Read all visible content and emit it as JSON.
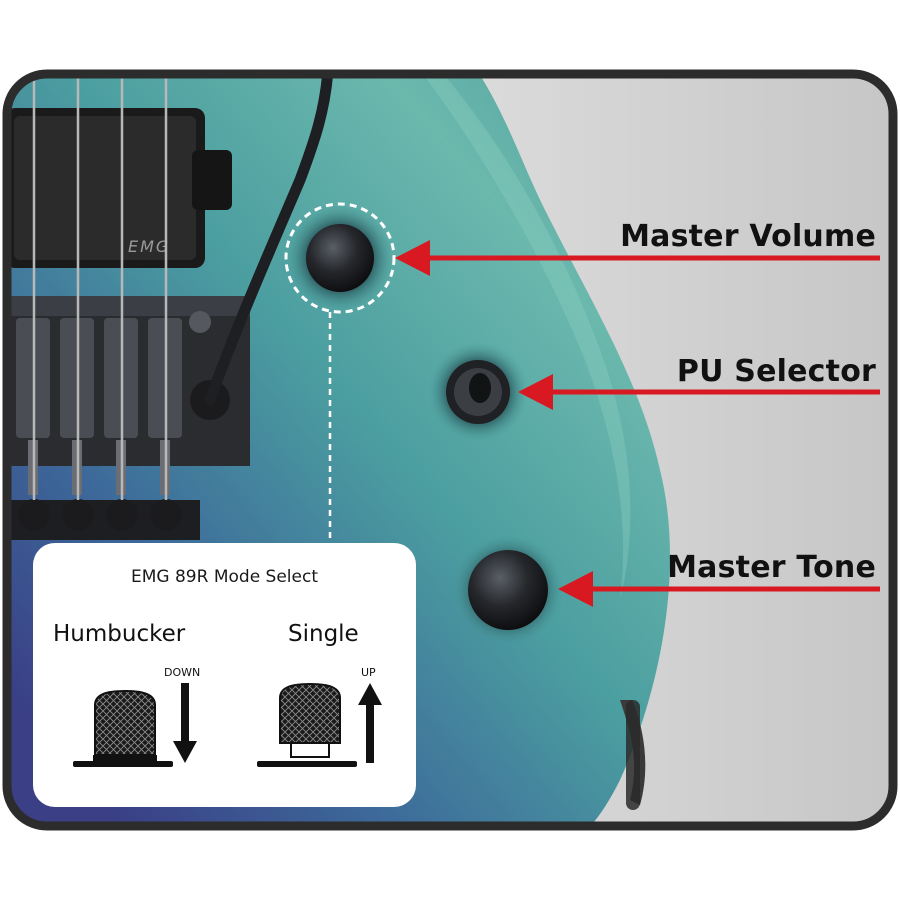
{
  "callouts": {
    "master_volume": "Master Volume",
    "pu_selector": "PU Selector",
    "master_tone": "Master Tone"
  },
  "pickup": {
    "brand": "EMG"
  },
  "inset": {
    "title": "EMG 89R Mode Select",
    "modes": [
      {
        "label": "Humbucker",
        "direction": "DOWN"
      },
      {
        "label": "Single",
        "direction": "UP"
      }
    ]
  },
  "colors": {
    "arrow": "#d81921",
    "frame": "#2c2c2c",
    "body_teal": "#4fa3a0",
    "body_violet": "#3f4d8a",
    "background_grey": "#cfcfcf"
  }
}
